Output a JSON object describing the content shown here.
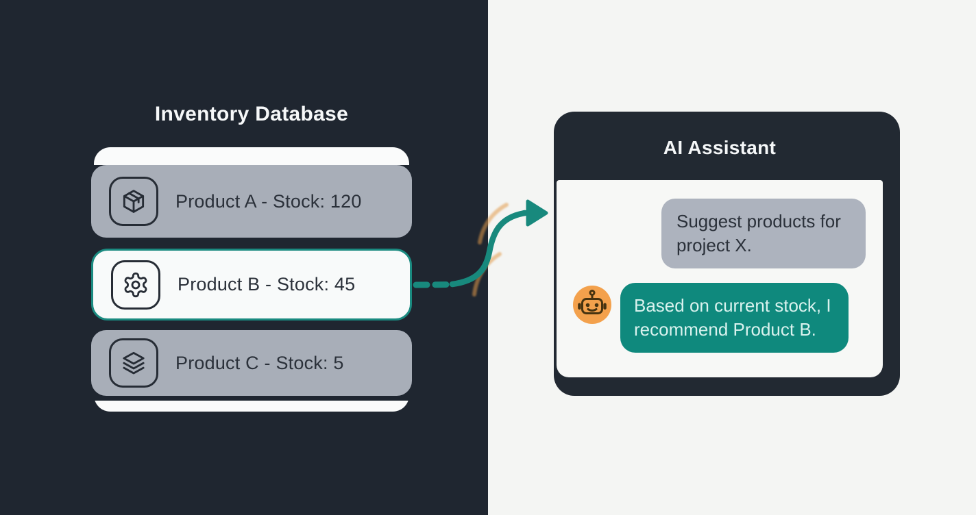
{
  "left_panel": {
    "title": "Inventory Database",
    "items": [
      {
        "label": "Product A - Stock: 120",
        "icon": "package-icon",
        "highlighted": false
      },
      {
        "label": "Product B - Stock: 45",
        "icon": "gear-icon",
        "highlighted": true
      },
      {
        "label": "Product C - Stock: 5",
        "icon": "layers-icon",
        "highlighted": false
      }
    ]
  },
  "right_panel": {
    "title": "AI Assistant",
    "messages": [
      {
        "role": "user",
        "line1": "Suggest products for",
        "line2": "project X."
      },
      {
        "role": "assistant",
        "avatar": "robot-icon",
        "line1": "Based on current stock, I",
        "line2": "recommend Product B."
      }
    ]
  },
  "connector": {
    "style": "dashed-then-solid-curve-with-arrowhead",
    "direction": "left-to-right",
    "from": "Product B row",
    "to": "AI Assistant card"
  },
  "colors": {
    "left_background": "#1F2630",
    "right_background": "#F4F5F3",
    "card_white": "#FAFBFB",
    "row_gray": "#A8AEB8",
    "row_text": "#2B313A",
    "highlight_teal_border": "#1A8A80",
    "arrow_teal": "#18897D",
    "arrow_orange_accent": "#E29A4A",
    "assistant_card_dark": "#222932",
    "user_bubble_gray": "#ADB3BE",
    "assistant_bubble_teal": "#0F897D",
    "assistant_bubble_text": "#D9F2EE",
    "avatar_orange": "#F3A14C"
  }
}
